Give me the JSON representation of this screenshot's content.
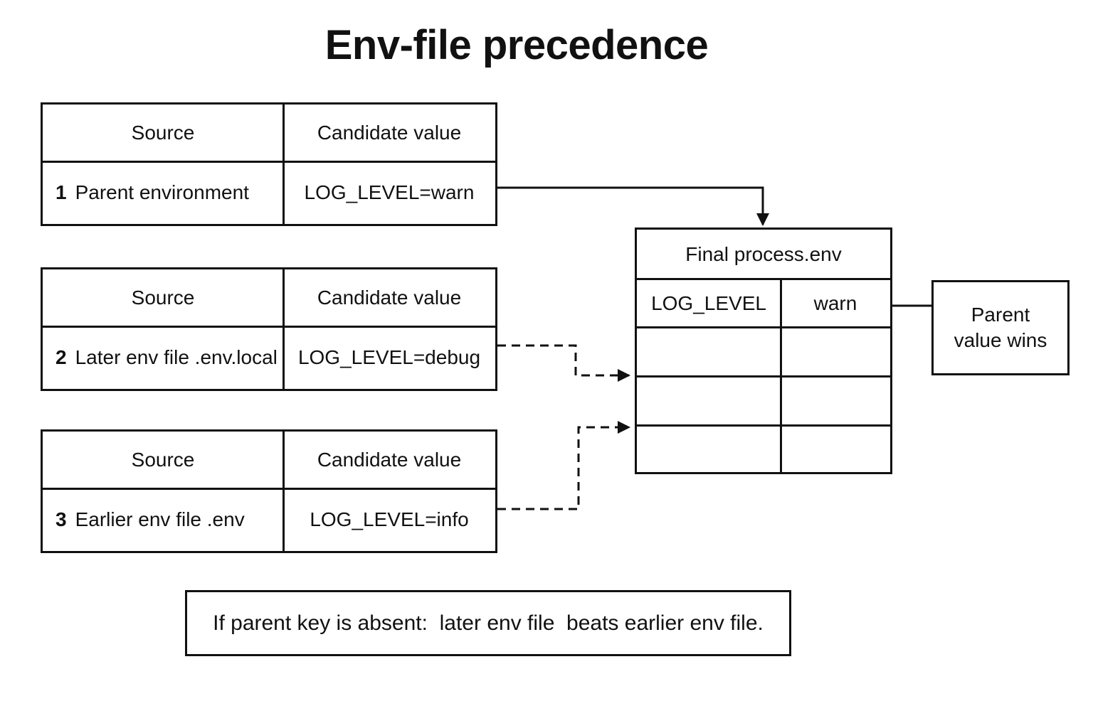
{
  "title": "Env-file precedence",
  "sources": [
    {
      "number": "1",
      "label": "Parent environment",
      "header_source": "Source",
      "header_value": "Candidate value",
      "value": "LOG_LEVEL=warn"
    },
    {
      "number": "2",
      "label": "Later env file .env.local",
      "header_source": "Source",
      "header_value": "Candidate value",
      "value": "LOG_LEVEL=debug"
    },
    {
      "number": "3",
      "label": "Earlier env file .env",
      "header_source": "Source",
      "header_value": "Candidate value",
      "value": "LOG_LEVEL=info"
    }
  ],
  "final": {
    "title": "Final process.env",
    "key": "LOG_LEVEL",
    "value": "warn"
  },
  "winner_note": "Parent value wins",
  "footer_note": "If parent key is absent:  later env file  beats earlier env file.",
  "colors": {
    "stroke": "#111111",
    "background": "#ffffff"
  }
}
